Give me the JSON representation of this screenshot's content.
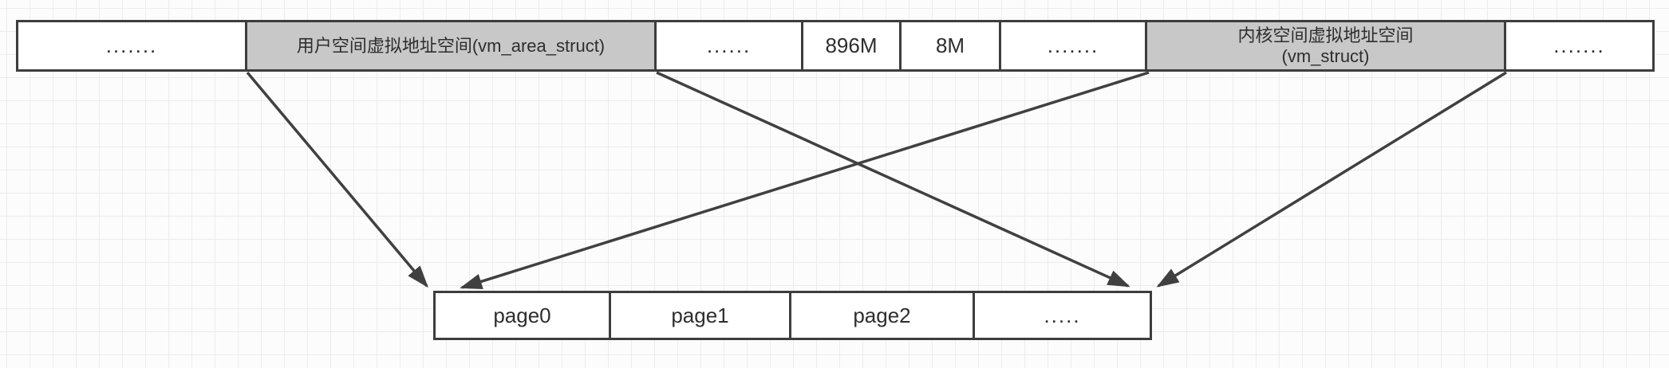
{
  "diagram": {
    "title_implicit": "virtual address space to physical page mapping",
    "top_row": {
      "boxes": [
        {
          "id": "dots-left",
          "label": "......."
        },
        {
          "id": "user-space",
          "label": "用户空间虚拟地址空间(vm_area_struct)"
        },
        {
          "id": "dots-mid-1",
          "label": "......"
        },
        {
          "id": "region-896m",
          "label": "896M"
        },
        {
          "id": "region-8m",
          "label": "8M"
        },
        {
          "id": "dots-mid-2",
          "label": "......."
        },
        {
          "id": "kernel-space",
          "label": "内核空间虚拟地址空间",
          "label_line2": "(vm_struct)"
        },
        {
          "id": "dots-right",
          "label": "......."
        }
      ]
    },
    "bottom_row": {
      "boxes": [
        {
          "id": "page0",
          "label": "page0"
        },
        {
          "id": "page1",
          "label": "page1"
        },
        {
          "id": "page2",
          "label": "page2"
        },
        {
          "id": "page-dots",
          "label": "....."
        }
      ]
    },
    "arrows": [
      {
        "id": "arrow-user-space-left-to-pages",
        "from": "user-space left edge",
        "to": "page frames top-left corner"
      },
      {
        "id": "arrow-kernel-space-left-to-pages",
        "from": "kernel-space left edge",
        "to": "page frames top-left corner"
      },
      {
        "id": "arrow-user-space-right-to-pages",
        "from": "user-space right edge",
        "to": "page frames top-right corner"
      },
      {
        "id": "arrow-kernel-space-right-to-pages",
        "from": "kernel-space right edge",
        "to": "page frames top-right corner"
      }
    ],
    "colors": {
      "box_border": "#3d3d3d",
      "gray_fill": "#c8c8c8",
      "white_fill": "#ffffff",
      "arrow": "#404040",
      "grid_line": "#ececec",
      "background": "#fcfcfc",
      "text": "#2e2e2e"
    }
  }
}
